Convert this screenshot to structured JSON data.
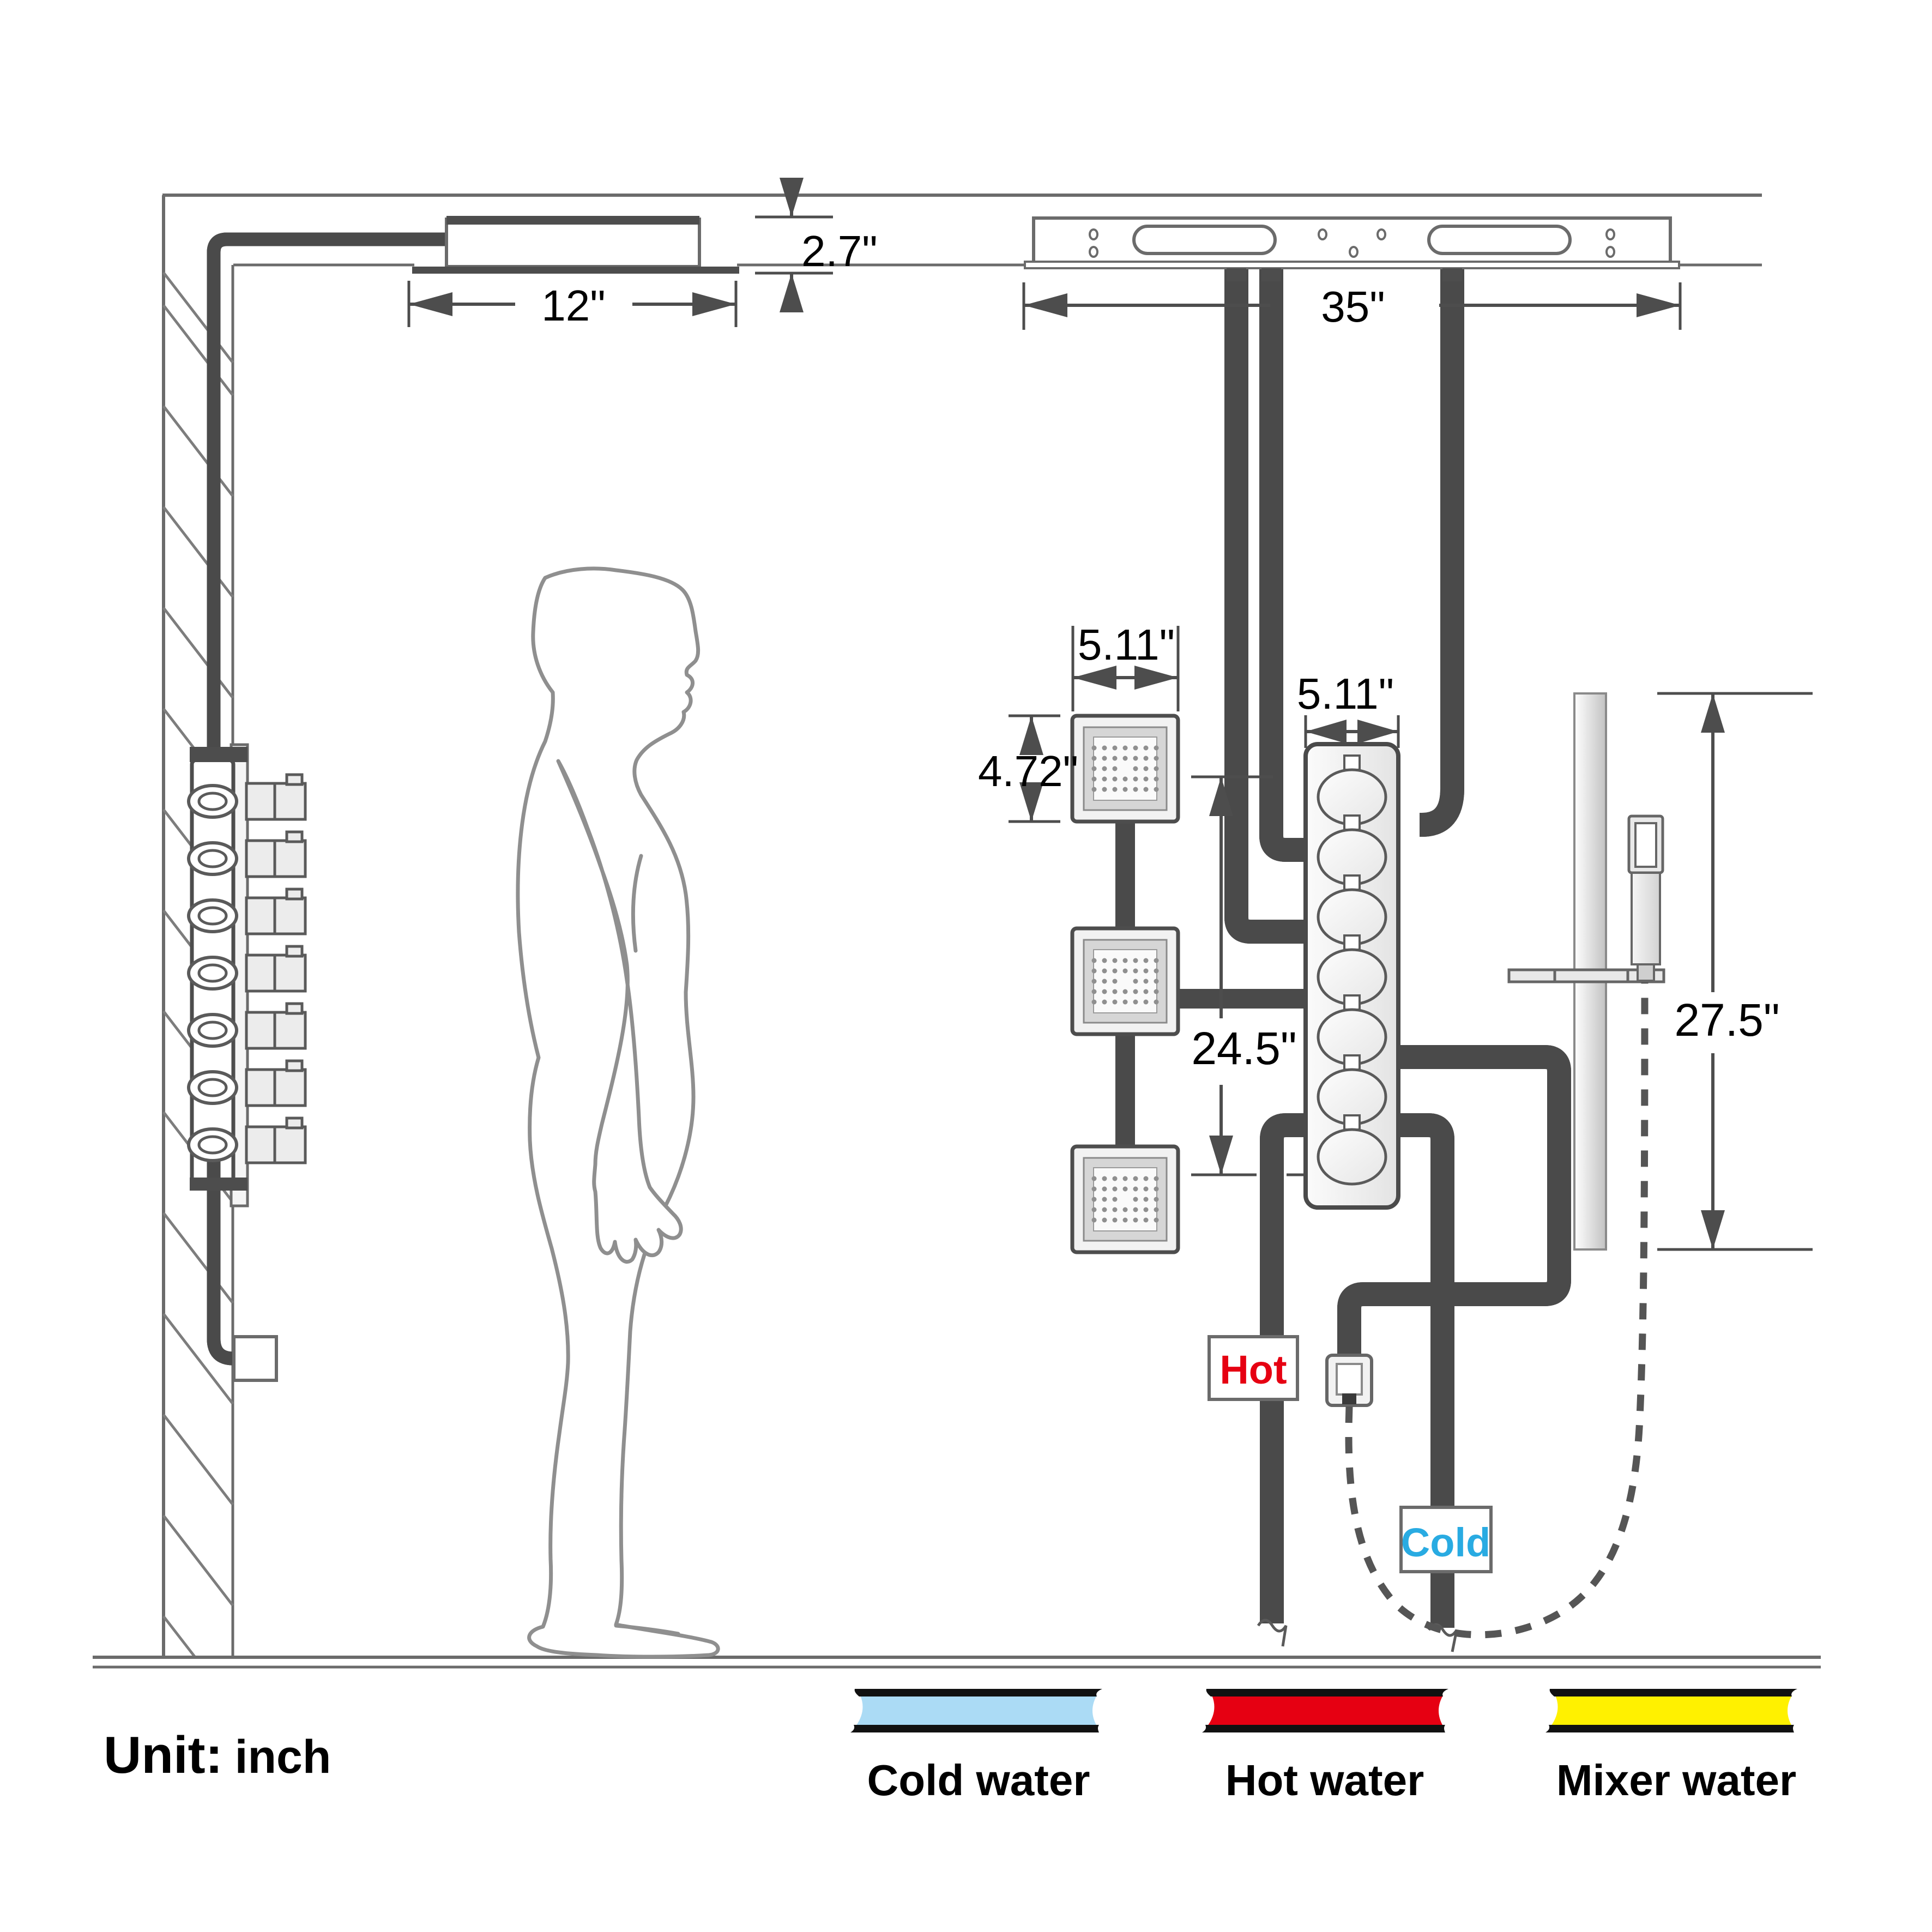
{
  "diagram": {
    "title_note": "Unit: inch",
    "unit_prefix": "Unit:",
    "unit_word": "inch",
    "dimensions": {
      "shower_head_width": "12\"",
      "shower_head_thickness": "2.7\"",
      "ceiling_bracket_width": "35\"",
      "body_jet_width": "5.11\"",
      "body_jet_height": "4.72\"",
      "valve_panel_width": "5.11\"",
      "body_jet_span": "24.5\"",
      "slide_bar_length": "27.5\""
    },
    "labels": {
      "hot": "Hot",
      "cold": "Cold"
    },
    "legend": [
      {
        "label": "Cold water",
        "color": "#ABDBF5"
      },
      {
        "label": "Hot water",
        "color": "#E60012"
      },
      {
        "label": "Mixer water",
        "color": "#FFF100"
      }
    ],
    "colors": {
      "mixer_pipe": "#FFF100",
      "hot_pipe": "#E60012",
      "cold_pipe": "#29ABE2",
      "pipe_outline": "#4A4A4A",
      "structure": "#6B6B6B"
    }
  }
}
